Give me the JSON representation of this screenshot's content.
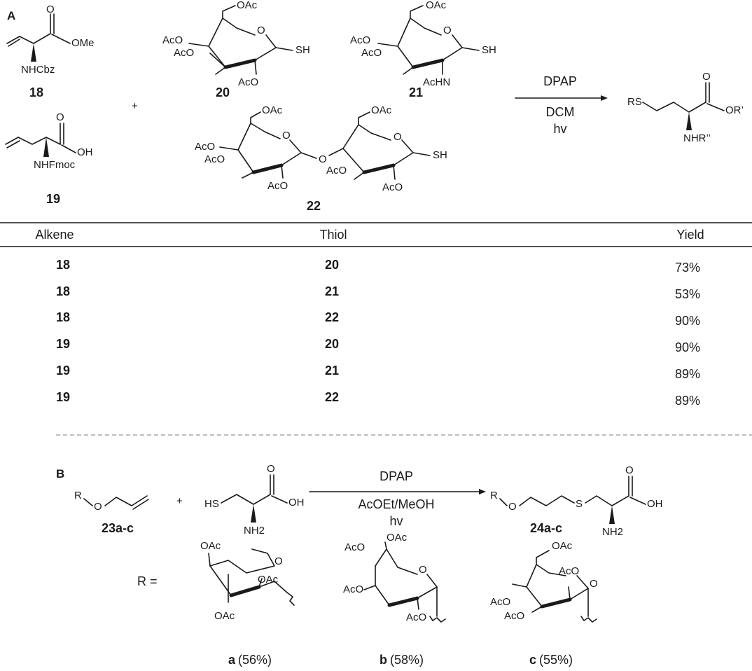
{
  "panel_a": {
    "label": "A",
    "compound_18": {
      "id": "18",
      "ester": "OMe",
      "nh": "NHCbz",
      "carbonyl_o": "O"
    },
    "compound_19": {
      "id": "19",
      "acid": "OH",
      "nh": "NHFmoc",
      "carbonyl_o": "O"
    },
    "compound_20": {
      "id": "20",
      "acetates": [
        "OAc",
        "AcO",
        "AcO",
        "AcO"
      ],
      "ring_o": "O",
      "thiol": "SH"
    },
    "compound_21": {
      "id": "21",
      "acetates": [
        "OAc",
        "AcO",
        "AcO"
      ],
      "nhac": "AcHN",
      "ring_o": "O",
      "thiol": "SH"
    },
    "compound_22": {
      "id": "22",
      "acetates": [
        "OAc",
        "AcO",
        "AcO",
        "AcO",
        "OAc",
        "AcO",
        "AcO"
      ],
      "ring_o": "O",
      "bridge_o": "O",
      "thiol": "SH"
    },
    "plus": "+",
    "conditions": {
      "reagent": "DPAP",
      "solvent": "DCM",
      "light": "hv"
    },
    "product": {
      "rs": "RS",
      "ester": "OR’",
      "nh": "NHR’’",
      "carbonyl_o": "O"
    }
  },
  "table": {
    "headers": [
      "Alkene",
      "Thiol",
      "Yield"
    ],
    "rows": [
      [
        "18",
        "20",
        "73%"
      ],
      [
        "18",
        "21",
        "53%"
      ],
      [
        "18",
        "22",
        "90%"
      ],
      [
        "19",
        "20",
        "90%"
      ],
      [
        "19",
        "21",
        "89%"
      ],
      [
        "19",
        "22",
        "89%"
      ]
    ]
  },
  "panel_b": {
    "label": "B",
    "reactant": {
      "id": "23a-c",
      "r": "R",
      "o": "O"
    },
    "plus": "+",
    "cysteine": {
      "hs": "HS",
      "acid": "OH",
      "carbonyl_o": "O",
      "nh2": "NH2"
    },
    "conditions": {
      "reagent": "DPAP",
      "solvent": "AcOEt/MeOH",
      "light": "hv"
    },
    "product": {
      "id": "24a-c",
      "r": "R",
      "o": "O",
      "s": "S",
      "acid": "OH",
      "carbonyl_o": "O",
      "nh2": "NH2"
    },
    "r_equals": "R =",
    "sugar_a": {
      "acetates": [
        "OAc",
        "OAc",
        "OAc"
      ],
      "ring_o": "O",
      "letter": "a",
      "yield": "(56%)"
    },
    "sugar_b": {
      "acetates": [
        "AcO",
        "OAc",
        "AcO",
        "AcO"
      ],
      "ring_o": "O",
      "letter": "b",
      "yield": "(58%)"
    },
    "sugar_c": {
      "acetates": [
        "OAc",
        "AcO",
        "AcO",
        "AcO"
      ],
      "ring_o": "O",
      "letter": "c",
      "yield": "(55%)"
    }
  }
}
